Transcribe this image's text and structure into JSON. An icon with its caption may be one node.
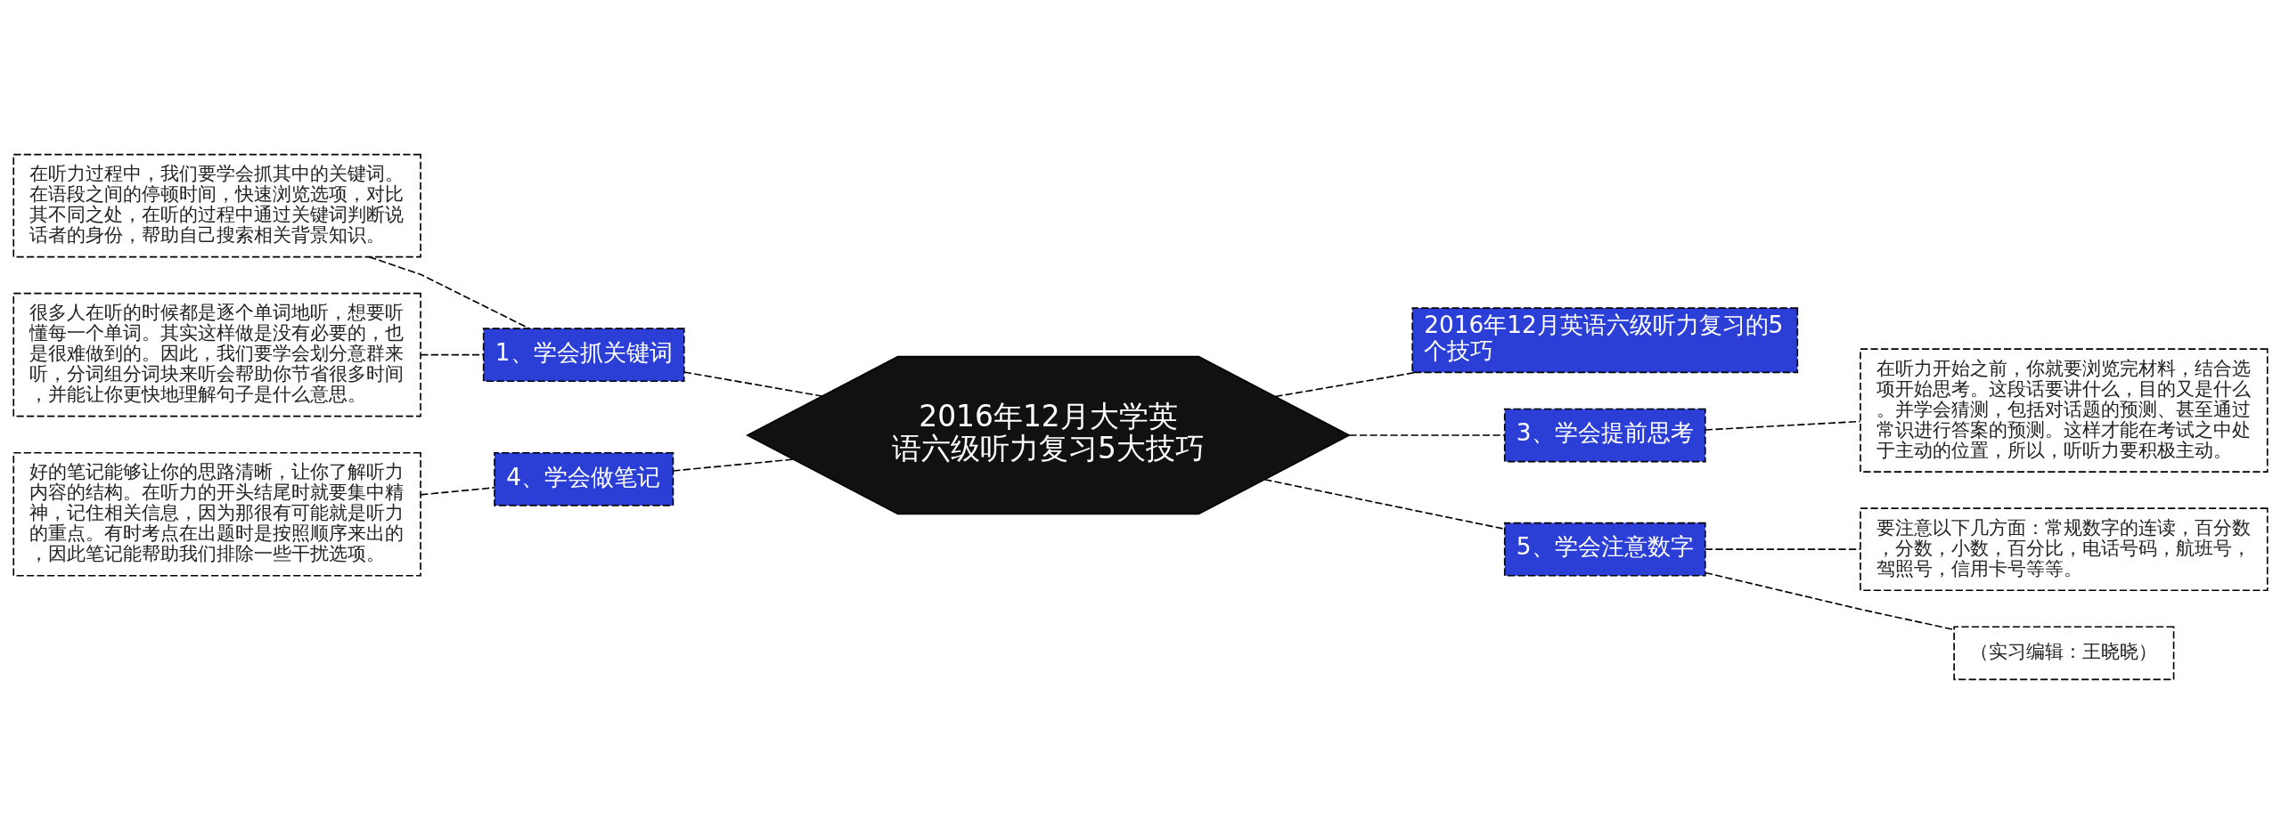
{
  "diagram": {
    "nodes": [
      {
        "text": [
          "2016年12月大学英语六级听力复习5大技巧"
        ]
      },
      {
        "text": [
          "1、学会抓关键词"
        ]
      },
      {
        "text": [
          "在听力过程中，我们要学会抓其中的关键词。在语段之间的停顿时间，快速浏览选项，对比其不同之处，在听的过程中通过关键词判断说话者的身份，帮助自己搜索相关背景知识。"
        ]
      },
      {
        "text": [
          "很多人在听的时候都是逐个单词地听，想要听懂每一个单词。其实这样做是没有必要的，也是很难做到的。因此，我们要学会划分意群来听，分词组分词块来听会帮助你节省很多时间，并能让你更快地理解句子是什么意思。"
        ]
      },
      {
        "text": [
          "4、学会做笔记"
        ]
      },
      {
        "text": [
          "好的笔记能够让你的思路清晰，让你了解听力内容的结构。在听力的开头结尾时就要集中精神，记住相关信息，因为那很有可能就是听力的重点。有时考点在出题时是按照顺序来出的，因此笔记能帮助我们排除一些干扰选项。"
        ]
      },
      {
        "text": [
          "2016年12月英语六级听力复习的5个技巧"
        ]
      },
      {
        "text": [
          "3、学会提前思考"
        ]
      },
      {
        "text": [
          "在听力开始之前，你就要浏览完材料，结合选项开始思考。这段话要讲什么，目的又是什么。并学会猜测，包括对话题的预测、甚至通过常识进行答案的预测。这样才能在考试之中处于主动的位置，所以，听听力要积极主动。"
        ]
      },
      {
        "text": [
          "5、学会注意数字"
        ]
      },
      {
        "text": [
          "要注意以下几方面：常规数字的连读，百分数，分数，小数，百分比，电话号码，航班号，驾照号，信用卡号等等。"
        ]
      },
      {
        "text": [
          "（实习编辑：王晓晓）"
        ]
      }
    ],
    "edges": [
      {
        "from": 0,
        "to": 1,
        "arrow": "none",
        "style": "dashed"
      },
      {
        "from": 1,
        "to": 2,
        "arrow": "none",
        "style": "dashed"
      },
      {
        "from": 1,
        "to": 3,
        "arrow": "none",
        "style": "dashed"
      },
      {
        "from": 0,
        "to": 4,
        "arrow": "none",
        "style": "dashed"
      },
      {
        "from": 4,
        "to": 5,
        "arrow": "none",
        "style": "dashed"
      },
      {
        "from": 0,
        "to": 6,
        "arrow": "none",
        "style": "dashed"
      },
      {
        "from": 0,
        "to": 7,
        "arrow": "none",
        "style": "dashed"
      },
      {
        "from": 7,
        "to": 8,
        "arrow": "none",
        "style": "dashed"
      },
      {
        "from": 0,
        "to": 9,
        "arrow": "none",
        "style": "dashed"
      },
      {
        "from": 9,
        "to": 10,
        "arrow": "none",
        "style": "dashed"
      },
      {
        "from": 9,
        "to": 11,
        "arrow": "none",
        "style": "dashed"
      }
    ]
  }
}
